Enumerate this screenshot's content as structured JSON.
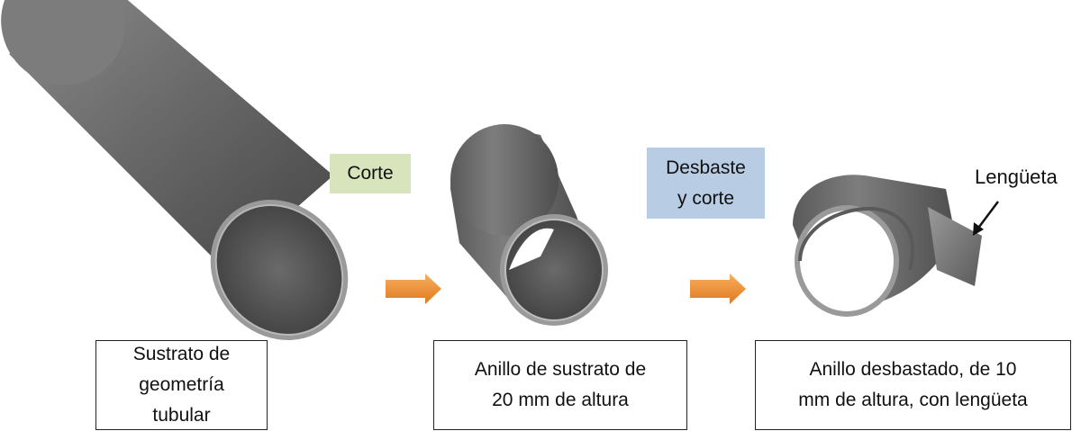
{
  "process_tags": {
    "corte": "Corte",
    "desbaste_line1": "Desbaste",
    "desbaste_line2": "y corte"
  },
  "captions": {
    "tube_line1": "Sustrato de geometría",
    "tube_line2": "tubular",
    "ring_line1": "Anillo de sustrato de",
    "ring_line2": "20 mm de altura",
    "thin_ring_line1": "Anillo desbastado, de 10",
    "thin_ring_line2": "mm de altura, con lengüeta"
  },
  "callout": {
    "lengueta": "Lengüeta"
  },
  "colors": {
    "corte_tag": "#d8e4bc",
    "desbaste_tag": "#b8cce4",
    "arrow": "#f0953a",
    "metal": "#6f6f6f"
  }
}
